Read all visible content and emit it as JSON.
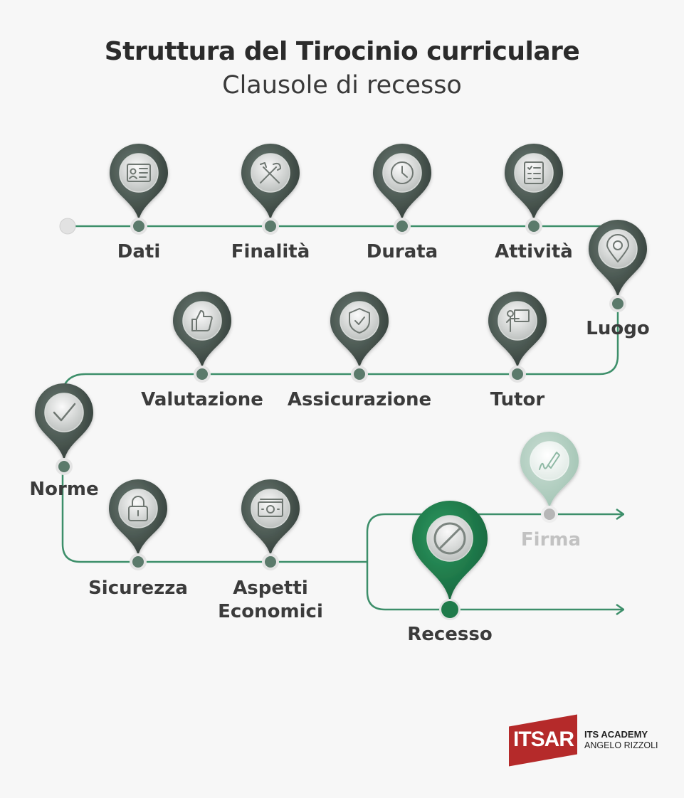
{
  "header": {
    "title": "Struttura del Tirocinio curriculare",
    "subtitle": "Clausole di recesso"
  },
  "steps": [
    {
      "label": "Dati",
      "icon": "id-card-icon"
    },
    {
      "label": "Finalità",
      "icon": "tools-icon"
    },
    {
      "label": "Durata",
      "icon": "clock-icon"
    },
    {
      "label": "Attività",
      "icon": "checklist-icon"
    },
    {
      "label": "Luogo",
      "icon": "location-pin-icon"
    },
    {
      "label": "Tutor",
      "icon": "teacher-board-icon"
    },
    {
      "label": "Assicurazione",
      "icon": "shield-check-icon"
    },
    {
      "label": "Valutazione",
      "icon": "thumbs-up-icon"
    },
    {
      "label": "Norme",
      "icon": "checkmark-icon"
    },
    {
      "label": "Sicurezza",
      "icon": "padlock-icon"
    },
    {
      "label": "Aspetti\nEconomici",
      "icon": "money-icon"
    },
    {
      "label": "Recesso",
      "icon": "prohibited-icon",
      "highlighted": true
    },
    {
      "label": "Firma",
      "icon": "pen-signature-icon",
      "faded": true
    }
  ],
  "logo": {
    "mark": "ITSAR",
    "line1": "ITS ACADEMY",
    "line2": "ANGELO RIZZOLI"
  },
  "colors": {
    "line": "#3d8f6a",
    "pin_dark": "#3b4a44",
    "highlight": "#1f7a4a",
    "logo_red": "#b52a2a"
  }
}
